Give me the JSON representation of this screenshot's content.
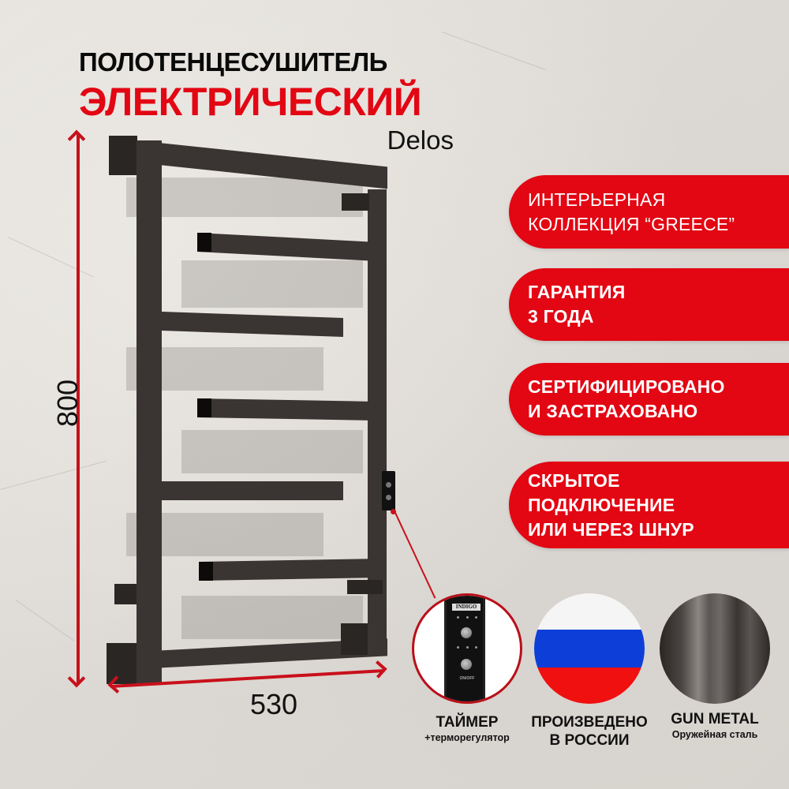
{
  "header": {
    "title_line1": "ПОЛОТЕНЦЕСУШИТЕЛЬ",
    "title_line2": "ЭЛЕКТРИЧЕСКИЙ",
    "model_name": "Delos"
  },
  "dimensions": {
    "height_label": "800",
    "width_label": "530",
    "arrow_color": "#c8101b"
  },
  "features": [
    {
      "line1": "ИНТЕРЬЕРНАЯ",
      "line2": "КОЛЛЕКЦИЯ “GREECE”",
      "line3": ""
    },
    {
      "line1": "ГАРАНТИЯ",
      "line2": "3 ГОДА",
      "line3": ""
    },
    {
      "line1": "СЕРТИФИЦИРОВАНО",
      "line2": "И ЗАСТРАХОВАНО",
      "line3": ""
    },
    {
      "line1": "СКРЫТОЕ",
      "line2": "ПОДКЛЮЧЕНИЕ",
      "line3": "ИЛИ ЧЕРЕЗ ШНУР"
    }
  ],
  "badges": [
    {
      "title": "ТАЙМЕР",
      "subtitle": "+терморегулятор",
      "icon": "timer-controller-icon",
      "device_brand": "INDIGO",
      "device_button": "ON/OFF"
    },
    {
      "title": "ПРОИЗВЕДЕНО",
      "subtitle": "В РОССИИ",
      "icon": "russia-flag-icon"
    },
    {
      "title": "GUN METAL",
      "subtitle": "Оружейная сталь",
      "icon": "gun-metal-swatch-icon"
    }
  ],
  "colors": {
    "accent_red": "#e30613",
    "text_dark": "#0a0a0a",
    "rail_color": "#3a3533",
    "background": "#e2dfda"
  }
}
